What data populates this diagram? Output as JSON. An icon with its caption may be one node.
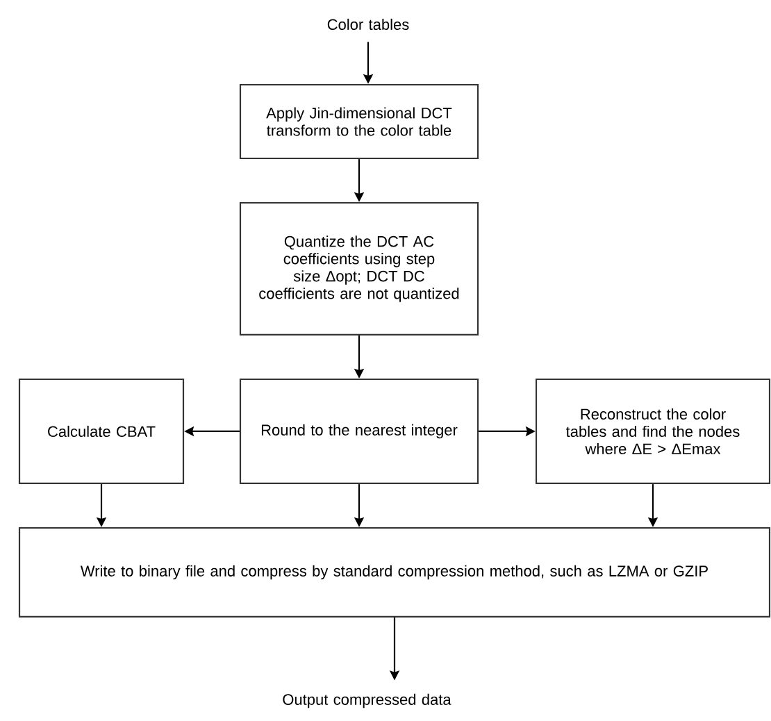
{
  "diagram": {
    "nodes": [
      {
        "text": [
          "Color tables"
        ]
      },
      {
        "text": [
          "Apply Jin-dimensional DCT transform to the color table"
        ]
      },
      {
        "text": [
          "Quantize the DCT AC coefficients using step size Δopt; DCT DC coefficients are not quantized"
        ]
      },
      {
        "text": [
          "Calculate CBAT"
        ]
      },
      {
        "text": [
          "Round to the nearest integer"
        ]
      },
      {
        "text": [
          "Reconstruct the color tables and find the nodes where ΔE > ΔEmax"
        ]
      },
      {
        "text": [
          "Write to binary file and compress by standard compression method, such as LZMA or GZIP"
        ]
      },
      {
        "text": [
          "Output compressed data"
        ]
      }
    ],
    "edges": [
      {
        "from": 0,
        "to": 1,
        "arrow": "to"
      },
      {
        "from": 1,
        "to": 2,
        "arrow": "to"
      },
      {
        "from": 2,
        "to": 4,
        "arrow": "to"
      },
      {
        "from": 4,
        "to": 3,
        "arrow": "to"
      },
      {
        "from": 4,
        "to": 5,
        "arrow": "to"
      },
      {
        "from": 3,
        "to": 6,
        "arrow": "to"
      },
      {
        "from": 4,
        "to": 6,
        "arrow": "to"
      },
      {
        "from": 5,
        "to": 6,
        "arrow": "to"
      },
      {
        "from": 6,
        "to": 7,
        "arrow": "to"
      }
    ]
  }
}
